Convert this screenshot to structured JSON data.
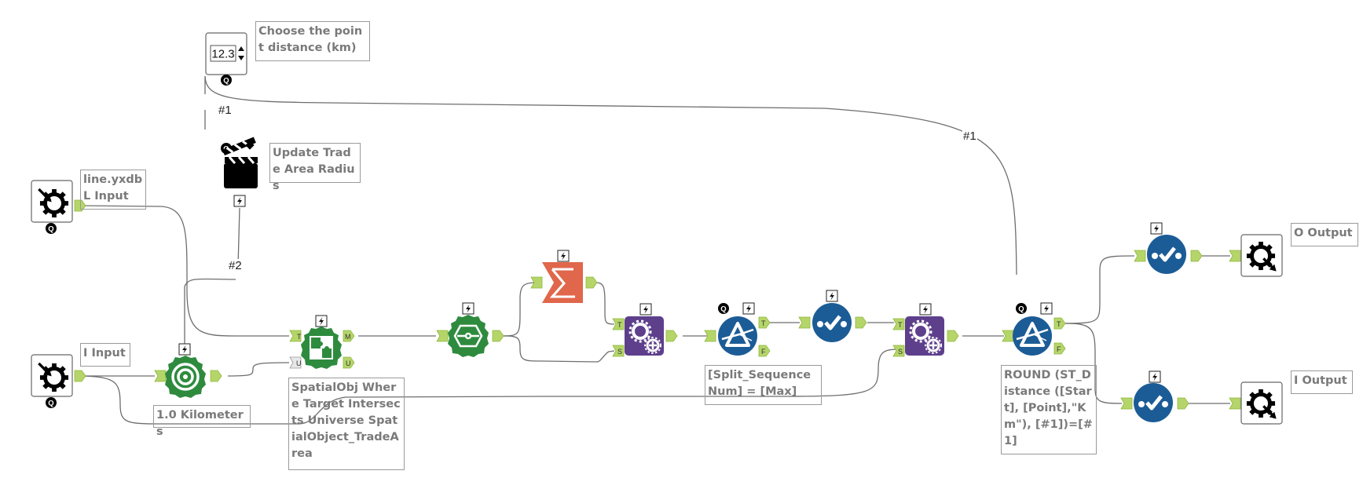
{
  "app": "Workflow canvas",
  "colors": {
    "anchor": "#b5d56a",
    "anchor_dark": "#8fb83b",
    "spatial_green": "#2e8b3e",
    "summarize_orange": "#e0674b",
    "developer_purple": "#5e3f8c",
    "filter_blue": "#1c5c96",
    "wire": "#6e6e6e",
    "annotation_text": "#7a7a7a"
  },
  "tools": [
    {
      "id": "numeric-updown",
      "icon": "numeric-updown-icon",
      "value": "12.3",
      "annotation": "Choose the point distance (km)"
    },
    {
      "id": "action",
      "icon": "clapperboard-icon",
      "annotation": "Update Trade Area Radius"
    },
    {
      "id": "macro-input-l",
      "icon": "macro-input-icon",
      "annotation": "line.yxdb\nL Input"
    },
    {
      "id": "macro-input-i",
      "icon": "macro-input-icon",
      "annotation": "I Input"
    },
    {
      "id": "trade-area",
      "icon": "target-icon",
      "annotation": "1.0 Kilometers"
    },
    {
      "id": "spatial-match",
      "icon": "puzzle-icon",
      "annotation": "SpatialObj Where Target Intersects Universe SpatialObject_TradeArea",
      "anchors_in": [
        "T",
        "U"
      ],
      "anchors_out": [
        "M",
        "U"
      ]
    },
    {
      "id": "spatial-process",
      "icon": "spatial-process-icon"
    },
    {
      "id": "summarize",
      "icon": "sigma-icon"
    },
    {
      "id": "append-fields-1",
      "icon": "append-gears-icon",
      "anchors_in": [
        "T",
        "S"
      ]
    },
    {
      "id": "filter-1",
      "icon": "filter-prism-icon",
      "annotation": "[Split_SequenceNum] = [Max]",
      "anchors_out": [
        "T",
        "F"
      ]
    },
    {
      "id": "select-1",
      "icon": "select-check-icon"
    },
    {
      "id": "append-fields-2",
      "icon": "append-gears-icon",
      "anchors_in": [
        "T",
        "S"
      ]
    },
    {
      "id": "filter-2",
      "icon": "filter-prism-icon",
      "annotation": "ROUND (ST_Distance ([Start], [Point],\"Km\"), [#1])=[#1]",
      "anchors_out": [
        "T",
        "F"
      ]
    },
    {
      "id": "select-2",
      "icon": "select-check-icon"
    },
    {
      "id": "select-3",
      "icon": "select-check-icon"
    },
    {
      "id": "macro-output-o",
      "icon": "macro-output-icon",
      "annotation": "O Output"
    },
    {
      "id": "macro-output-i",
      "icon": "macro-output-icon",
      "annotation": "I Output"
    }
  ],
  "wire_labels": {
    "w1a": "#1",
    "w1b": "#1",
    "w2": "#2"
  },
  "badges": {
    "question": "Q",
    "bolt": "⚡"
  }
}
